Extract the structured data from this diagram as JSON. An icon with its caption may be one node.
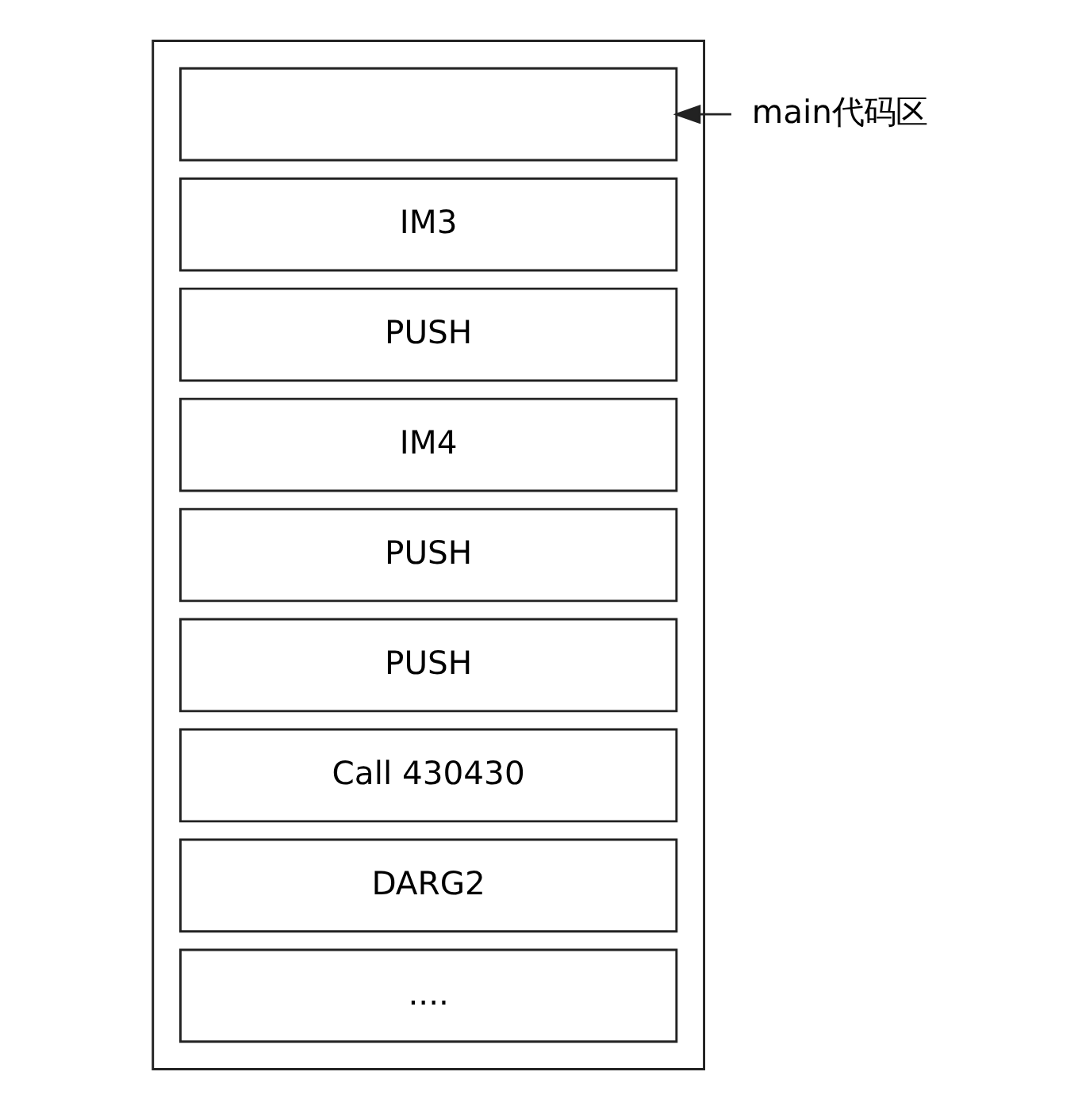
{
  "diagram": {
    "nodes": [
      {
        "text": [],
        "shape": "box"
      },
      {
        "text": [],
        "shape": "box",
        "in": 0
      },
      {
        "text": [
          "IM3"
        ],
        "in": 0
      },
      {
        "text": [
          "PUSH"
        ],
        "in": 0
      },
      {
        "text": [
          "IM4"
        ],
        "in": 0
      },
      {
        "text": [
          "PUSH"
        ],
        "in": 0
      },
      {
        "text": [
          "PUSH"
        ],
        "in": 0
      },
      {
        "text": [
          "Call 430430"
        ],
        "in": 0
      },
      {
        "text": [
          "DARG2"
        ],
        "in": 0
      },
      {
        "text": [
          "...."
        ],
        "in": 0
      },
      {
        "text": [
          "main代码区"
        ]
      }
    ],
    "edges": [
      {
        "from": 10,
        "to": 1,
        "arrow": "to"
      }
    ]
  }
}
